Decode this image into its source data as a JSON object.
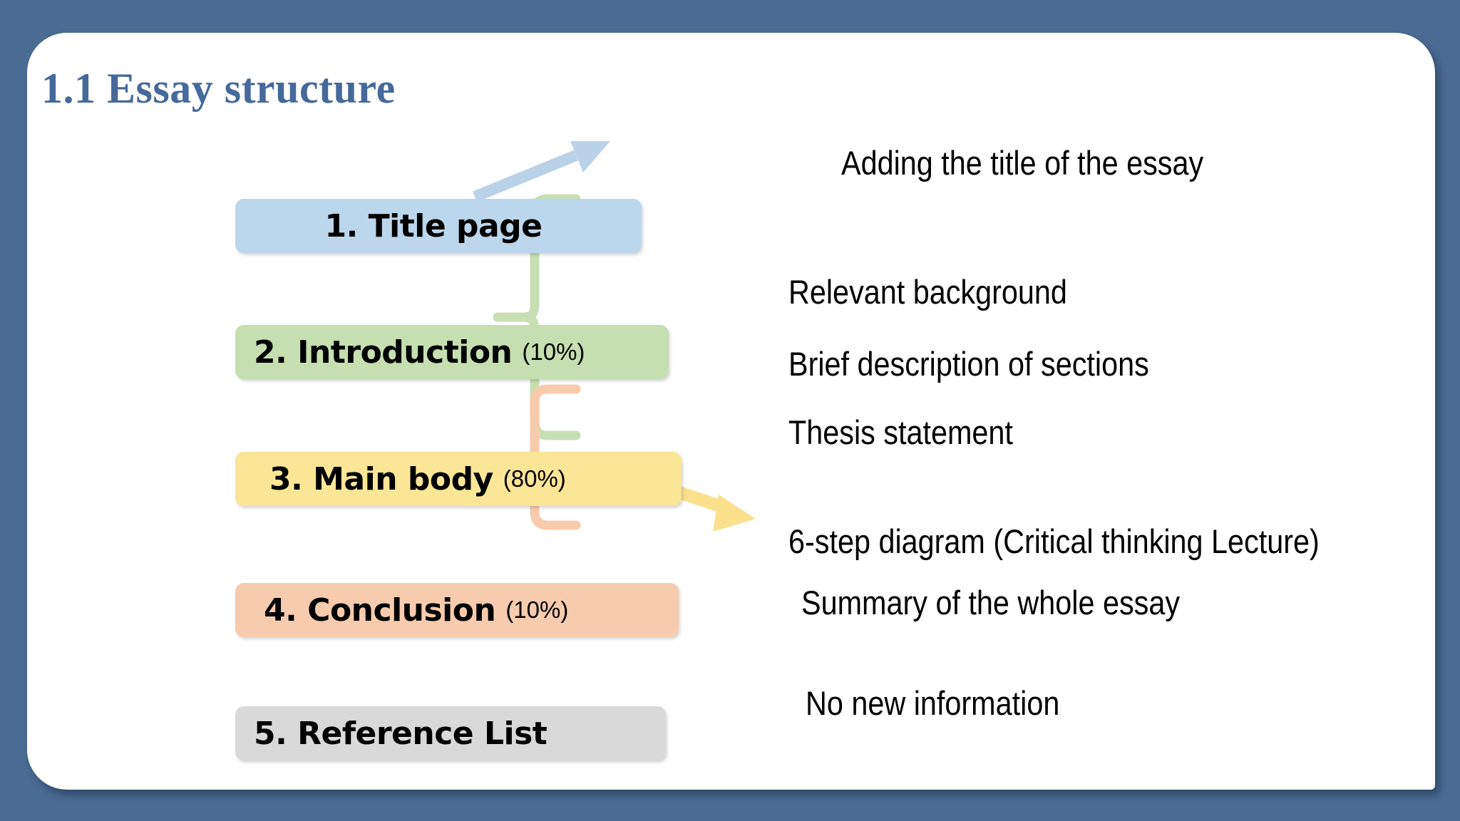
{
  "slide": {
    "title": "1.1 Essay structure",
    "background_color": "#4a6b92",
    "card_color": "#ffffff",
    "title_color": "#46699a"
  },
  "structure_boxes": [
    {
      "label": "1. Title page",
      "percent": "",
      "fill": "#bcd6ec",
      "name": "title-page"
    },
    {
      "label": "2. Introduction",
      "percent": "(10%)",
      "fill": "#c5dfb0",
      "name": "introduction"
    },
    {
      "label": "3. Main body",
      "percent": "(80%)",
      "fill": "#fbe596",
      "name": "main-body"
    },
    {
      "label": "4. Conclusion",
      "percent": "(10%)",
      "fill": "#f7cbad",
      "name": "conclusion"
    },
    {
      "label": "5. Reference List",
      "percent": "",
      "fill": "#d9d9d9",
      "name": "reference-list"
    }
  ],
  "annotations": {
    "title_page": "Adding the title of the essay",
    "introduction": [
      "Relevant background",
      "Brief description of sections",
      "Thesis statement"
    ],
    "main_body": "6-step diagram (Critical thinking Lecture)",
    "conclusion": [
      "Summary of the whole essay",
      "No new information"
    ]
  },
  "connectors": {
    "title_page_arrow_color": "#b9d2e8",
    "introduction_brace_color": "#c6e0b4",
    "main_body_arrow_color": "#fbe08e",
    "conclusion_brace_color": "#f8cbad"
  }
}
